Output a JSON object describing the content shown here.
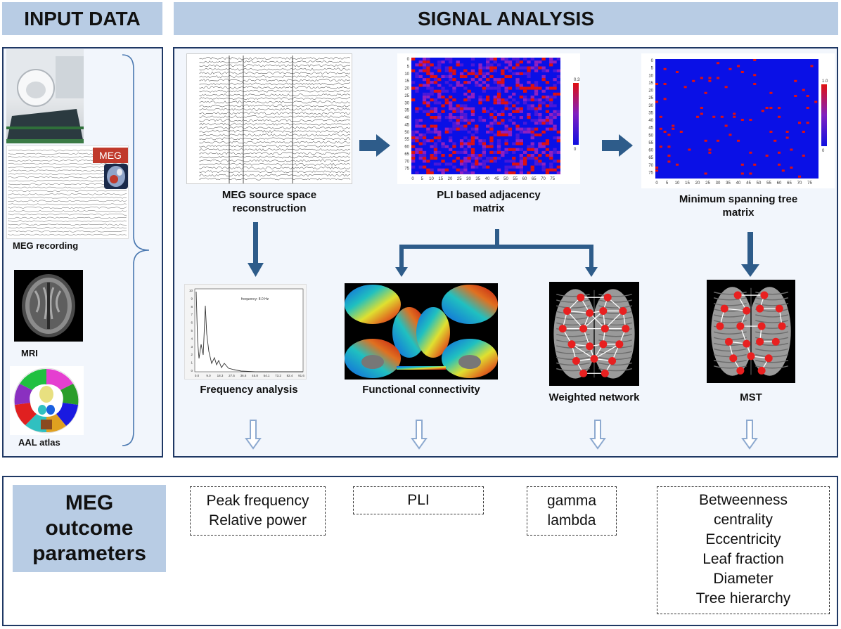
{
  "headers": {
    "input": "INPUT DATA",
    "analysis": "SIGNAL ANALYSIS"
  },
  "inputs": {
    "meg_recording": "MEG recording",
    "meg_badge": "MEG",
    "mri": "MRI",
    "aal_atlas": "AAL atlas"
  },
  "steps": {
    "source_reconstruction": [
      "MEG source space",
      "reconstruction"
    ],
    "pli_matrix": [
      "PLI based adjacency",
      "matrix"
    ],
    "mst_matrix": [
      "Minimum spanning tree",
      "matrix"
    ],
    "frequency_analysis": "Frequency analysis",
    "functional_connectivity": "Functional connectivity",
    "weighted_network": "Weighted network",
    "mst": "MST"
  },
  "matrix_axes": {
    "ticks": [
      "0",
      "5",
      "10",
      "15",
      "20",
      "25",
      "30",
      "35",
      "40",
      "45",
      "50",
      "55",
      "60",
      "65",
      "70",
      "75"
    ],
    "pli_colorbar_max": "0.33",
    "pli_colorbar_min": "0",
    "mst_colorbar_max": "1.0",
    "mst_colorbar_min": "0"
  },
  "spectrum": {
    "title": "frequency: 8.0 Hz",
    "xticks": [
      "0.0",
      "9.0",
      "18.3",
      "27.5",
      "36.6",
      "45.8",
      "54.1",
      "73.2",
      "82.4",
      "91.6"
    ],
    "yticks": [
      "10",
      "9",
      "8",
      "7",
      "6",
      "5",
      "4",
      "3",
      "2",
      "1",
      "0"
    ]
  },
  "outcome": {
    "title": [
      "MEG",
      "outcome",
      "parameters"
    ],
    "frequency_params": [
      "Peak frequency",
      "Relative power"
    ],
    "fc_params": [
      "PLI"
    ],
    "network_params": [
      "gamma",
      "lambda"
    ],
    "mst_params": [
      "Betweenness",
      "centrality",
      "Eccentricity",
      "Leaf fraction",
      "Diameter",
      "Tree hierarchy"
    ]
  },
  "colors": {
    "header_bg": "#b8cce4",
    "panel_border": "#1f3864",
    "arrow": "#2e5c8a",
    "hollow_arrow": "#8eaad0",
    "matrix_bg": "#0a10e6",
    "matrix_hot": "#e01010"
  }
}
